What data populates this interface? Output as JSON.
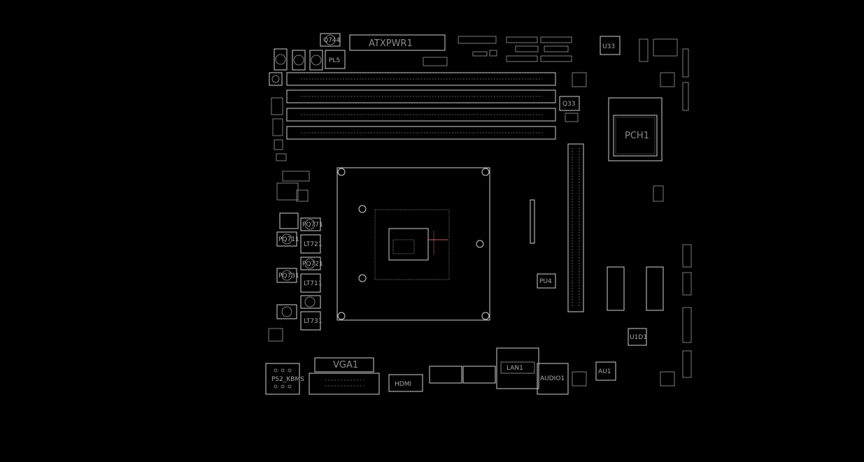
{
  "labels": {
    "atx": "ATXPWR1",
    "q744": "Q744",
    "pl5": "PL5",
    "u33": "U33",
    "q33": "Q33",
    "pch": "PCH1",
    "pu4": "PU4",
    "u1d1": "U1D1",
    "au1": "AU1",
    "vga": "VGA1",
    "hdmi": "HDMI",
    "lan": "LAN1",
    "audio": "AUDIO1",
    "ps2": "PS2_KBMS",
    "pq771": "PQ771",
    "pq711": "PQ711",
    "pq721": "PQ721",
    "pq731": "PQ731",
    "lt711": "LT711",
    "lt721": "LT721",
    "lt731": "LT731"
  }
}
